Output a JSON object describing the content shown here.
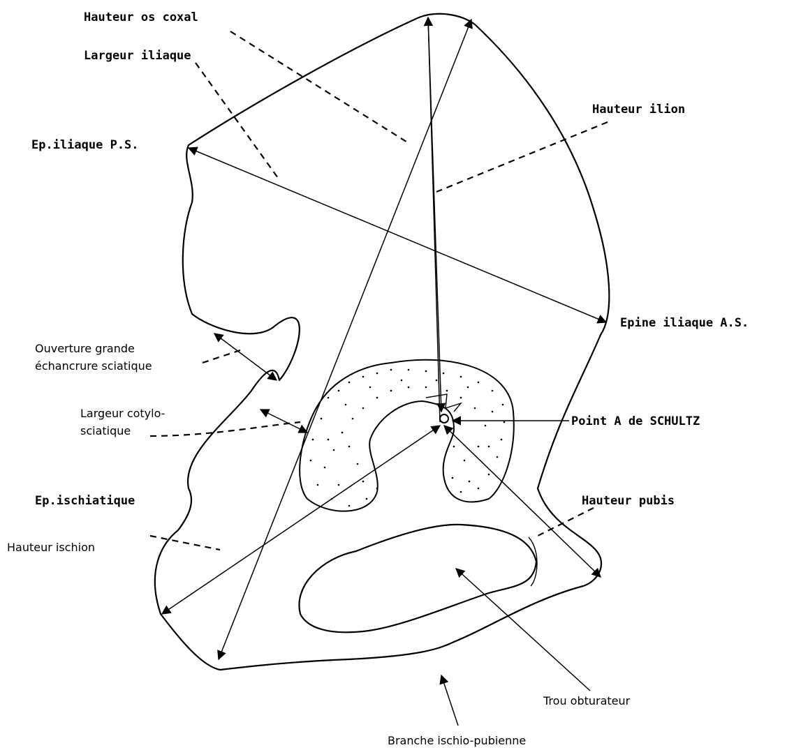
{
  "labels": {
    "hauteur_os_coxal": "Hauteur os coxal",
    "largeur_iliaque": "Largeur iliaque",
    "hauteur_ilion": "Hauteur ilion",
    "ep_iliaque_ps": "Ep.iliaque P.S.",
    "epine_iliaque_as": "Epine iliaque A.S.",
    "ouverture_line1": "Ouverture grande",
    "ouverture_line2": "échancrure sciatique",
    "cotylo_line1": "Largeur cotylo-",
    "cotylo_line2": "sciatique",
    "point_a": "Point A de SCHULTZ",
    "ep_ischiatique": "Ep.ischiatique",
    "hauteur_pubis": "Hauteur pubis",
    "hauteur_ischion": "Hauteur ischion",
    "trou_obturateur": "Trou obturateur",
    "branche": "Branche ischio-pubienne"
  }
}
